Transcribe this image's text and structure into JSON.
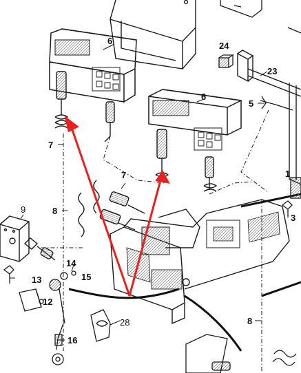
{
  "callouts": {
    "c24": "24",
    "c23": "23",
    "c6a": "6",
    "c6b": "6",
    "c5": "5",
    "c7a": "7",
    "c7b": "7",
    "c1": "1",
    "c8a": "8",
    "c8b": "8",
    "c9": "9",
    "c3": "3",
    "c14": "14",
    "c15": "15",
    "c13": "13",
    "c12": "12",
    "c28": "28",
    "c16": "16"
  },
  "colors": {
    "line": "#1a1a1a",
    "arrow": "#e8211e"
  }
}
